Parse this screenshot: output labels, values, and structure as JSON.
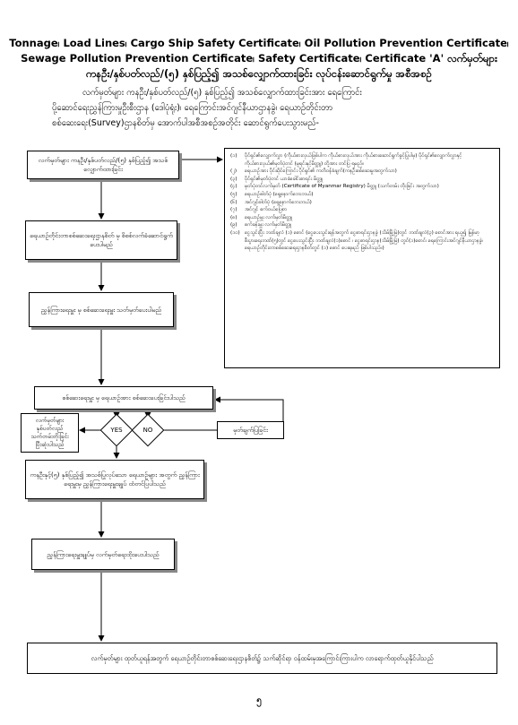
{
  "header": {
    "line1": "Tonnage၊ Load Lines၊ Cargo Ship Safety Certificate၊ Oil Pollution Prevention Certificate၊",
    "line2": "Sewage Pollution Prevention Certificate၊ Safety Certificate၊ Certificate 'A' လက်မှတ်များ",
    "line3": "ကနဦး/နှစ်ပတ်လည်/(၅) နှစ်ပြည့်၍ အသစ်လျှောက်ထားခြင်း လုပ်ငန်းဆောင်ရွက်မှု အစီအစဉ်"
  },
  "intro": {
    "line1": "လက်မှတ်များ ကနဦး/နှစ်ပတ်လည်/(၅) နှစ်ပြည့်၍ အသစ်လျှောက်ထားခြင်းအား ရေကြောင်း",
    "line2": "ပို့ဆောင်ရေးညွှန်ကြားမှုဦးစီးဌာန (ဒေါပုံရုံး)၊ ရေကြောင်းအင်ဂျင်နီယာဌာနခွဲ၊ ရေယာဉ်တိုင်းတာ",
    "line3": "စစ်ဆေးရေး(Survey)ဌာနစိတ်မှ အောက်ပါအစီအစဉ်အတိုင်း ဆောင်ရွက်ပေးသွားမည်-"
  },
  "steps": {
    "apply": "လက်မှတ်များ ကနဦး/နှစ်ပတ်လည်/(၅) နှစ်ပြည့်၍ အသစ် လျှောက်ထားခြင်း",
    "survey_dept": "ရေယာဉ်တိုင်းတာစစ်ဆေးရေးဌာနစိတ် မှ စိစစ်လက်ခံဆောင်ရွက်ပေးပါမည်",
    "director_assign": "ညွှန်ကြားရေးမှူး မှ စစ်ဆေးရေးမှူး သတ်မှတ်ပေးပါမည်",
    "inspect": "စစ်ဆေးရေးမှူး မှ ရေယာဉ်အား စစ်ဆေးပေးခြင်းပါသည်",
    "no_cert": "လက်မှတ်များ နှစ်ပတ်လည် သက်တမ်းတိုးခြင်းပြီးဆုံးပါသည်",
    "yes": "YES",
    "no": "NO",
    "defect": "မှတ်ချက်ပြခြင်း",
    "five_year": "ကနဦးနှင့်(၅) နှစ်ပြည့်၍ အသစ်ပြုလုပ်သော ရေယာဉ်များ အတွက် ညွှန်ကြားရေးမှူးမှ ညွှန်ကြားရေးမှူးချုပ် ထံတင်ပြပါသည်",
    "dg_issue": "ညွှန်ကြားရေးမှူးချုပ်မှ လက်မှတ်ရေးထိုးပေးပါသည်",
    "final": "လက်မှတ်များ ထုတ်ယူရန်အတွက် ရေယာဉ်တိုင်းတာစစ်ဆေးရေးဌာနစိတ်၌ သက်ဆိုင်ရာ ဝန်ထမ်းမှအကြောင်းကြားပါက လာရောက်ထုတ်ယူနိုင်ပါသည်"
  },
  "requirements": [
    {
      "n": "(၁)",
      "t": "ပိုင်ရှင်၏လျှောက်လွှာ (ကိုယ်စားလှယ်ဖြစ်ပါက ကိုယ်စားလှယ်အား ကိုယ်စားဆောင်ရွက်ခွင့်ပြုပါမှ) ပိုင်ရှင်၏လျှောက်လွှာနှင့် ကိုယ်စားလှယ်၏မှတ်ပုံတင် (မူရင်းနှင့်မိတ္တူ) တို့အား တင်ပြ ရမည်။"
    },
    {
      "n": "(၂)",
      "t": "ရေယာဉ်အား ပိုင်ဆိုင်ကြောင်း ပိုင်ရှင်၏ ကတိဝန်ခံချက်(ကနဦးစစ်ဆေးမှုအတွက်သာ)"
    },
    {
      "n": "(၃)",
      "t": "ပိုင်ရှင်၏မှတ်ပုံတင် ယာခံခေါင်းစာရင်း မိတ္တူ"
    },
    {
      "n": "(၄)",
      "t": "မှတ်ပုံတင်လက်မှတ် (Certificate of Myanmar Registry) မိတ္တူ (သက်တမ်း တိုးခြင်း အတွက်သာ)"
    },
    {
      "n": "(၅)",
      "t": "ရေယာဉ်ဓါတ်ပုံ (ရှေ့နောက်ဘေးဘယ်)"
    },
    {
      "n": "(၆)",
      "t": "အင်ဂျင်ဓါတ်ပုံ (ရှေ့နောက်ဘေးဘယ်)"
    },
    {
      "n": "(၇)",
      "t": "အင်ဂျင် စက်ဝယ်ပြေစာ"
    },
    {
      "n": "(၈)",
      "t": "ရေယာဉ်မှူး လက်မှတ်မိတ္တူ"
    },
    {
      "n": "(၉)",
      "t": "စက်ခန်းမှူး လက်မှတ်မိတ္တူ"
    },
    {
      "n": "(၁၀)",
      "t": "ငွေသွင်းပြီး ဘဏ်ချလံ (၁) စောင် (ငွေပေးသွင်းရန်အတွက် ငွေစာရင်းဌာနခွဲ (သိမ်မြို့မြဲ)တွင် ဘဏ်ချလံ(၃) စောင်အား ရယူ၍ မြန်မာ့စီးပွားရေးဘဏ်(၅)တွင် ငွေပေးသွင်းပြီး ဘဏ်ချလံ(၁)စောင် ၊ ငွေစာရင်းဌာန(သိမ်မြို့မြဲ) တွင်(၁)စောင်၊ ရေကြောင်းအင်ဂျင်နီယာဌာနခွဲ၊ ရေယာဉ်တိုင်းတာစစ်ဆေးရေးဌာနစိတ်တွင် (၁) စောင် ပေးရမည် ဖြစ်ပါသည်။)"
    }
  ],
  "page_number": "၅"
}
